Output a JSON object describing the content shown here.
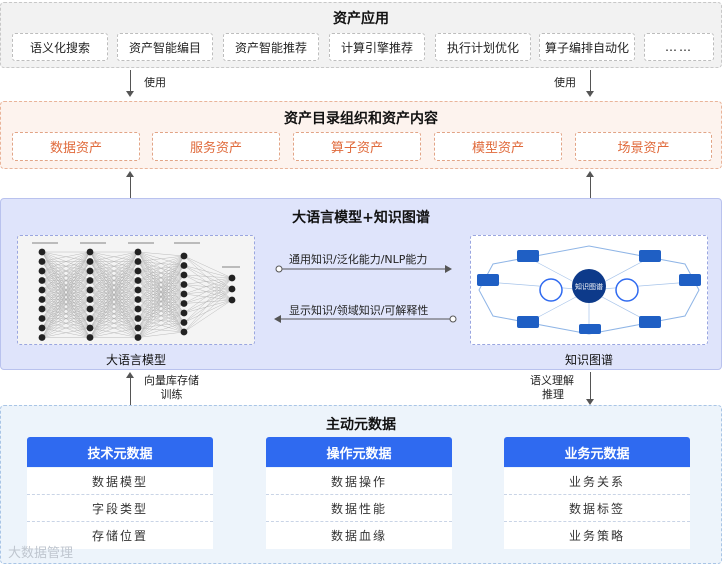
{
  "app_section": {
    "title": "资产应用",
    "items": [
      "语义化搜索",
      "资产智能编目",
      "资产智能推荐",
      "计算引擎推荐",
      "执行计划优化",
      "算子编排自动化",
      "……"
    ]
  },
  "use_arrows": {
    "left_label": "使用",
    "right_label": "使用"
  },
  "catalog_section": {
    "title": "资产目录组织和资产内容",
    "items": [
      "数据资产",
      "服务资产",
      "算子资产",
      "模型资产",
      "场景资产"
    ]
  },
  "llm_section": {
    "title": "大语言模型+知识图谱",
    "llm_label": "大语言模型",
    "kg_label": "知识图谱",
    "forward_label": "通用知识/泛化能力/NLP能力",
    "backward_label": "显示知识/领域知识/可解释性",
    "kg_center": "知识图谱"
  },
  "lower_arrows": {
    "left_label_line1": "向量库存储",
    "left_label_line2": "训练",
    "right_label_line1": "语义理解",
    "right_label_line2": "推理"
  },
  "meta_section": {
    "title": "主动元数据",
    "cards": [
      {
        "title": "技术元数据",
        "rows": [
          "数据模型",
          "字段类型",
          "存储位置"
        ]
      },
      {
        "title": "操作元数据",
        "rows": [
          "数据操作",
          "数据性能",
          "数据血缘"
        ]
      },
      {
        "title": "业务元数据",
        "rows": [
          "业务关系",
          "数据标签",
          "业务策略"
        ]
      }
    ]
  },
  "watermark": "大数据管理",
  "colors": {
    "accent_blue": "#2f6af0",
    "orange": "#e06a3b"
  }
}
